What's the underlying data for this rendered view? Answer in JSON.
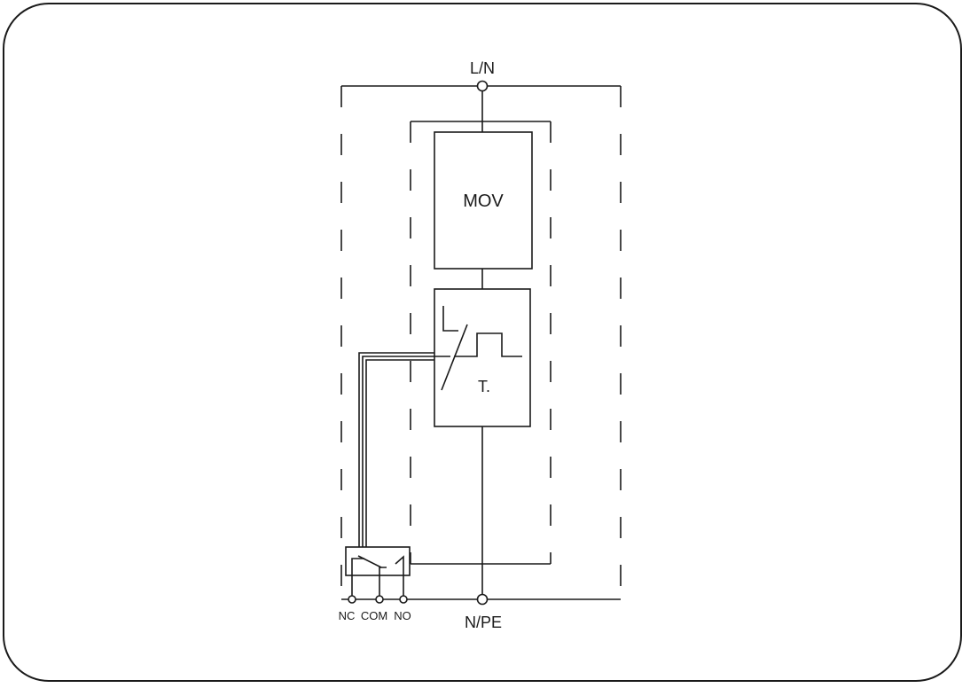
{
  "labels": {
    "top_terminal": "L/N",
    "bottom_terminal": "N/PE",
    "mov": "MOV",
    "thermal": "T.",
    "nc": "NC",
    "com": "COM",
    "no": "NO"
  },
  "colors": {
    "line": "#1a1a1a",
    "background": "#ffffff"
  }
}
